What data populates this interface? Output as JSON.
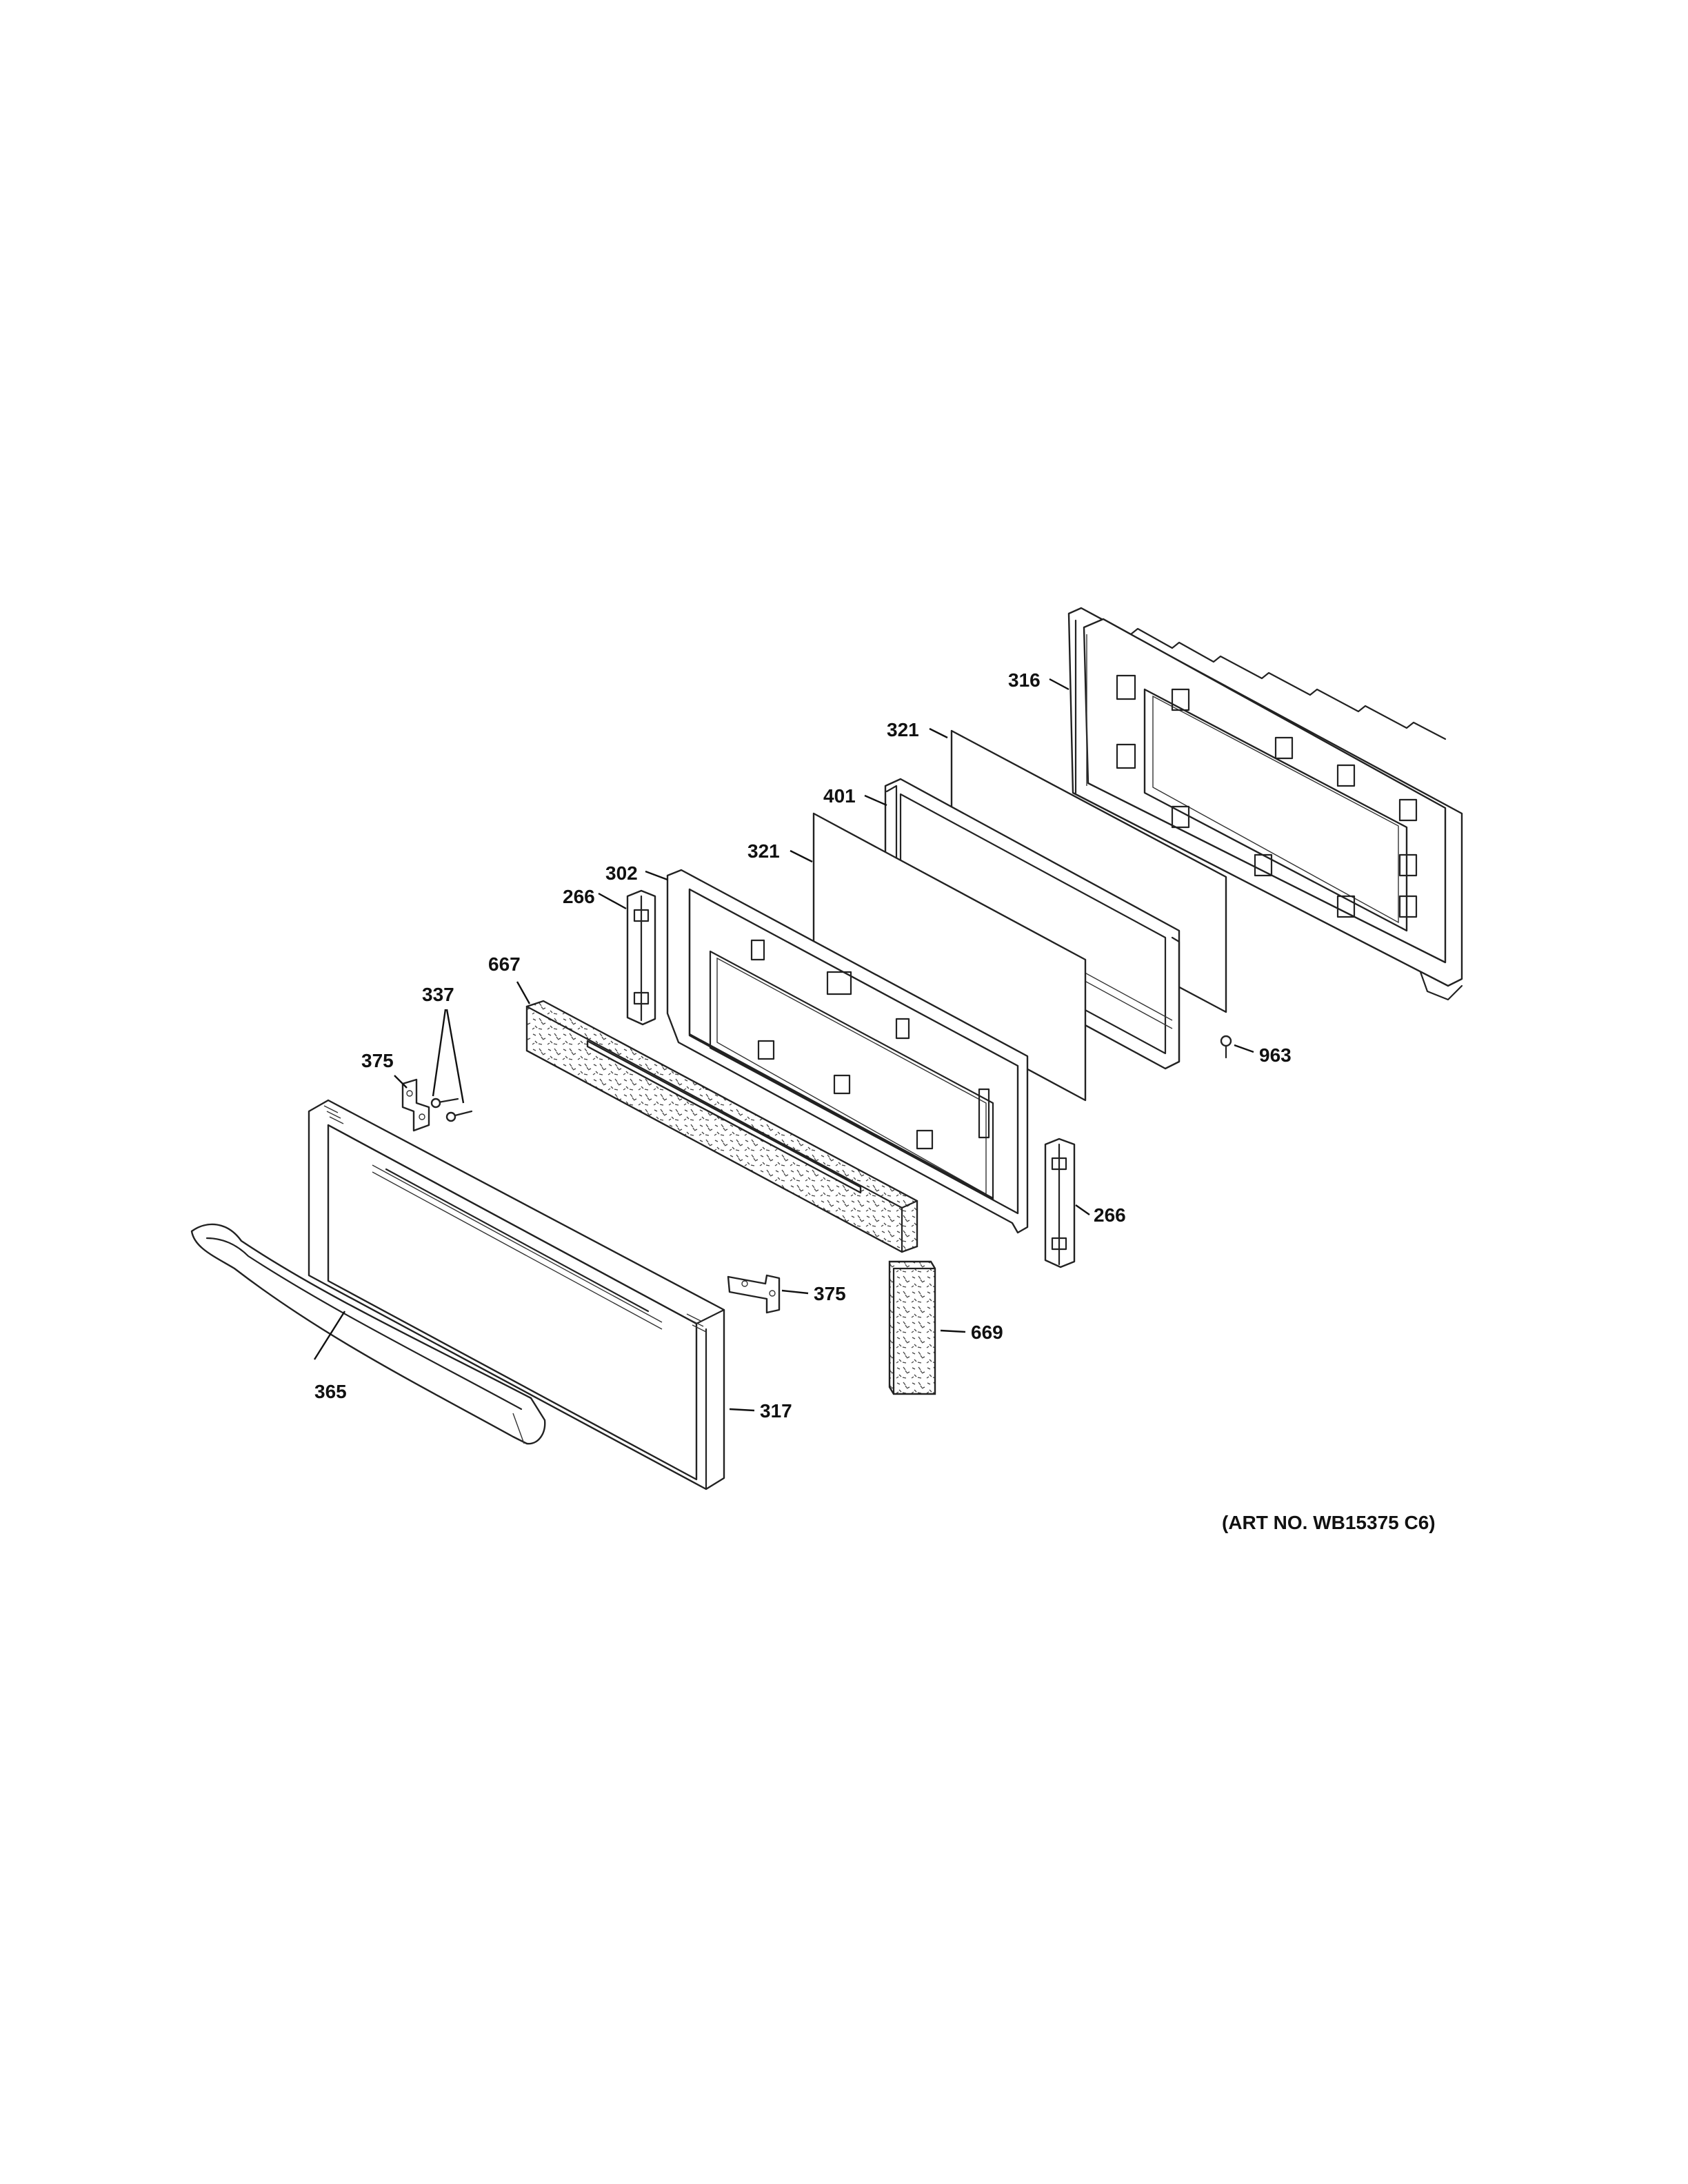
{
  "callouts": {
    "c316": "316",
    "c321a": "321",
    "c401": "401",
    "c321b": "321",
    "c302": "302",
    "c266a": "266",
    "c667": "667",
    "c337": "337",
    "c375a": "375",
    "c963": "963",
    "c266b": "266",
    "c375b": "375",
    "c669": "669",
    "c365": "365",
    "c317": "317"
  },
  "caption": "(ART NO. WB15375 C6)",
  "colors": {
    "ink": "#222222",
    "background": "#ffffff"
  }
}
